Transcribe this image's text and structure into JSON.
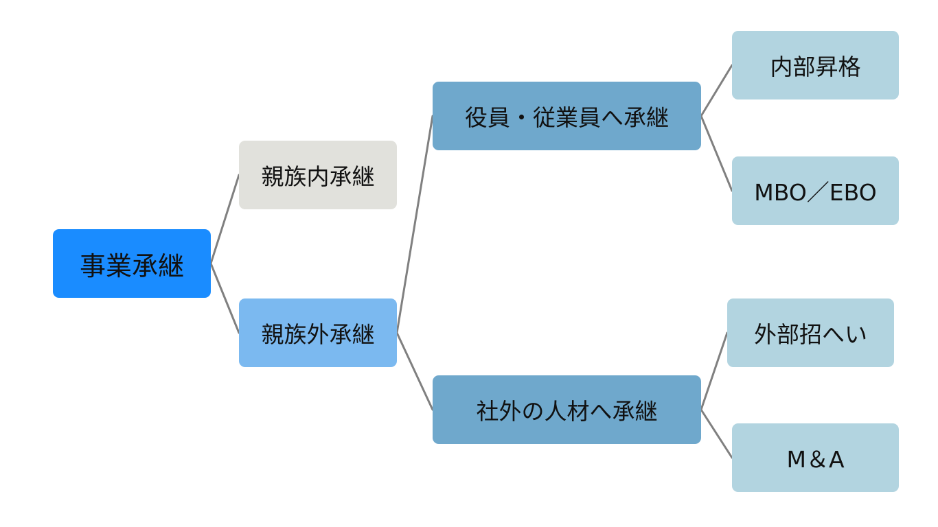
{
  "diagram": {
    "nodes": {
      "root": {
        "label": "事業承継",
        "color": "#1a8cff"
      },
      "family": {
        "label": "親族内承継",
        "color": "#e1e1dc"
      },
      "nonfam": {
        "label": "親族外承継",
        "color": "#7bb9f0"
      },
      "staff": {
        "label": "役員・従業員へ承継",
        "color": "#6fa8cc"
      },
      "outside": {
        "label": "社外の人材へ承継",
        "color": "#6fa8cc"
      },
      "promo": {
        "label": "内部昇格",
        "color": "#b2d4e0"
      },
      "mbo": {
        "label": "MBO／EBO",
        "color": "#b2d4e0"
      },
      "recruit": {
        "label": "外部招へい",
        "color": "#b2d4e0"
      },
      "ma": {
        "label": "M＆A",
        "color": "#b2d4e0"
      }
    },
    "connector_color": "#808080",
    "edges": [
      [
        "root",
        "family"
      ],
      [
        "root",
        "nonfam"
      ],
      [
        "nonfam",
        "staff"
      ],
      [
        "nonfam",
        "outside"
      ],
      [
        "staff",
        "promo"
      ],
      [
        "staff",
        "mbo"
      ],
      [
        "outside",
        "recruit"
      ],
      [
        "outside",
        "ma"
      ]
    ]
  }
}
